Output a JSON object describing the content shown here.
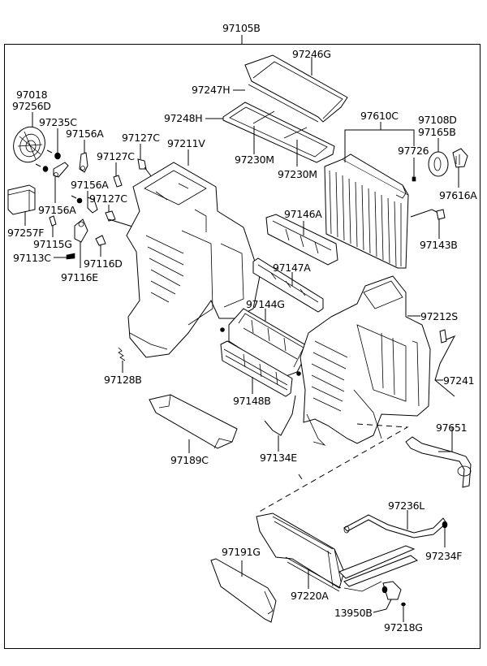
{
  "diagram": {
    "assembly_label": "97105B",
    "labels": {
      "p97246G": "97246G",
      "p97247H": "97247H",
      "p97248H": "97248H",
      "p97230M_a": "97230M",
      "p97230M_b": "97230M",
      "p97610C": "97610C",
      "p97108D": "97108D",
      "p97165B": "97165B",
      "p97726": "97726",
      "p97616A": "97616A",
      "p97143B": "97143B",
      "p97018": "97018",
      "p97256D": "97256D",
      "p97235C": "97235C",
      "p97156A_a": "97156A",
      "p97156A_b": "97156A",
      "p97156A_c": "97156A",
      "p97127C_a": "97127C",
      "p97127C_b": "97127C",
      "p97127C_c": "97127C",
      "p97211V": "97211V",
      "p97257F": "97257F",
      "p97115G": "97115G",
      "p97113C": "97113C",
      "p97116D": "97116D",
      "p97116E": "97116E",
      "p97146A": "97146A",
      "p97147A": "97147A",
      "p97144G": "97144G",
      "p97148B": "97148B",
      "p97212S": "97212S",
      "p97241": "97241",
      "p97128B": "97128B",
      "p97189C": "97189C",
      "p97134E": "97134E",
      "p97651": "97651",
      "p97236L": "97236L",
      "p97234F": "97234F",
      "p97191G": "97191G",
      "p97220A": "97220A",
      "p13950B": "13950B",
      "p97218G": "97218G"
    }
  }
}
